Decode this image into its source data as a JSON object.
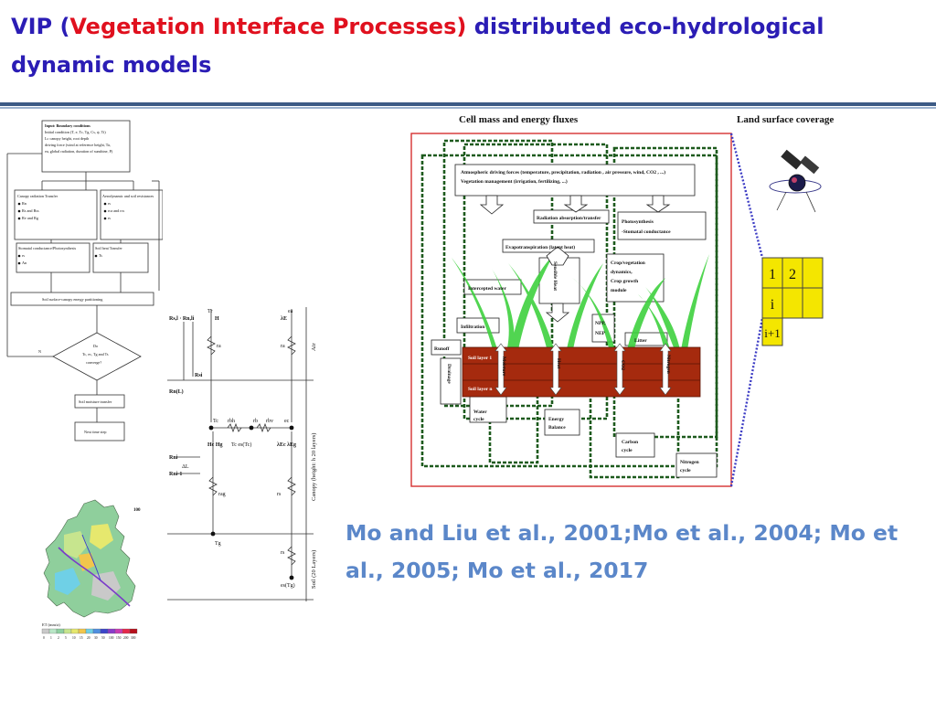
{
  "title": {
    "prefix": "VIP (",
    "highlight": "Vegetation Interface Processes)",
    "suffix": " distributed eco-hydrological dynamic models"
  },
  "citation": "Mo and Liu et al., 2001;Mo et al., 2004; Mo et al., 2005; Mo et al., 2017",
  "flowchart": {
    "input": [
      "Input: Boundary conditions",
      "Initial condition (T, e, Tc, Tg, Cs, ψ, Ti)",
      "Lc canopy height, root depth",
      "driving force (wind at reference height, Ta,",
      "ea, global radiation, duration of sunshine, P)"
    ],
    "canopy_radiation": [
      "Canopy radiation Transfer",
      "Rn",
      "Rs and Rss",
      "Rv and Rg"
    ],
    "aero_resistance": [
      "Aerodynamic and soil resistances",
      "rs",
      "rca and rcs",
      "rs"
    ],
    "stomatal": [
      "Stomatal conductance/Photosynthesis",
      "rs",
      "An"
    ],
    "soil_heat": [
      "Soil heat Transfer",
      "Ts"
    ],
    "partition": "Soil surface-canopy energy partitioning",
    "decision": [
      "Do",
      "Tc, ec, Tg and Ts",
      "converge?"
    ],
    "no_label": "N",
    "soil_moisture": "Soil moisture transfer",
    "next": "Next time step"
  },
  "resistance_diagram": {
    "top_left": "Rs,l · Rn,li",
    "T_top": "Tr",
    "H": "H",
    "ea_top": "ea",
    "lambdaE": "λE",
    "ra": "ra",
    "Rsi": "Rsi",
    "Rn_L": "Rn(L)",
    "Tc": "Tc",
    "rbh": "rbh",
    "rb": "rb",
    "rbv": "rbv",
    "ec": "ec",
    "Hc_Hg": "Hc  Hg",
    "Tc_e": "Tc  es(Tc)",
    "lambdaEc": "λEc λEg",
    "Rni": "Rni",
    "deltaL": "ΔL",
    "Rni1": "Rni-1",
    "rag": "rag",
    "Tg": "Tg",
    "rs": "rs",
    "eg": "es(Tg)",
    "air": "Air",
    "canopy": "Canopy (height: h 20 layers)",
    "soil": "Soil (20 Layers)"
  },
  "map": {
    "legend_title": "ET (mm/a)",
    "legend_values": [
      "0",
      "1",
      "2",
      "5",
      "10",
      "15",
      "20",
      "30",
      "50",
      "100",
      "150",
      "200",
      "300"
    ],
    "legend_colors": [
      "#c9c9c9",
      "#b8e6c6",
      "#8ed0a0",
      "#c7e58e",
      "#e6e86e",
      "#f2c64c",
      "#6fd0e6",
      "#4f8fe0",
      "#3b46c9",
      "#8a3bc9",
      "#c93bb4",
      "#e6284a",
      "#b5101c"
    ],
    "scale": "100"
  },
  "fluxes": {
    "header_left": "Cell mass and energy fluxes",
    "header_right": "Land surface coverage",
    "forcing": [
      "Atmospheric driving forces (temperature, precipitation, radiation , air pressure, wind, CO2 , ...)",
      "Vegetation management (irrigation, fertilizing, ...)"
    ],
    "radiation": "Radiation absorption/transfer",
    "photosynthesis": [
      "Photosynthesis",
      "-Stomatal conductance"
    ],
    "evapotranspiration": "Evapotranspiration (latent heat)",
    "sensible_heat": "Sensible Heat",
    "crop": [
      "Crop/vegetation",
      "dynamics,",
      "Crop      growth",
      "module"
    ],
    "intercepted": "Intercepted water",
    "infiltration": "Infiltration",
    "npp": [
      "NPP,",
      "NEP"
    ],
    "litter": "Litter",
    "runoff": "Runoff",
    "drainage": "Drainage",
    "soil_layer_1": "Soil layer 1",
    "soil_layer_n": "Soil layer n",
    "moisture": "Moisture",
    "heat": "Heat",
    "co2": "CO2",
    "nitrogen": "Nitrogen",
    "water_cycle": [
      "Water",
      "cycle"
    ],
    "energy_balance": [
      "Energy",
      "Balance"
    ],
    "carbon_cycle": [
      "Carbon",
      "cycle"
    ],
    "nitrogen_cycle": [
      "Nitrogen",
      "cycle"
    ],
    "grid_cells": [
      "1",
      "2",
      "i",
      "i+1"
    ]
  }
}
